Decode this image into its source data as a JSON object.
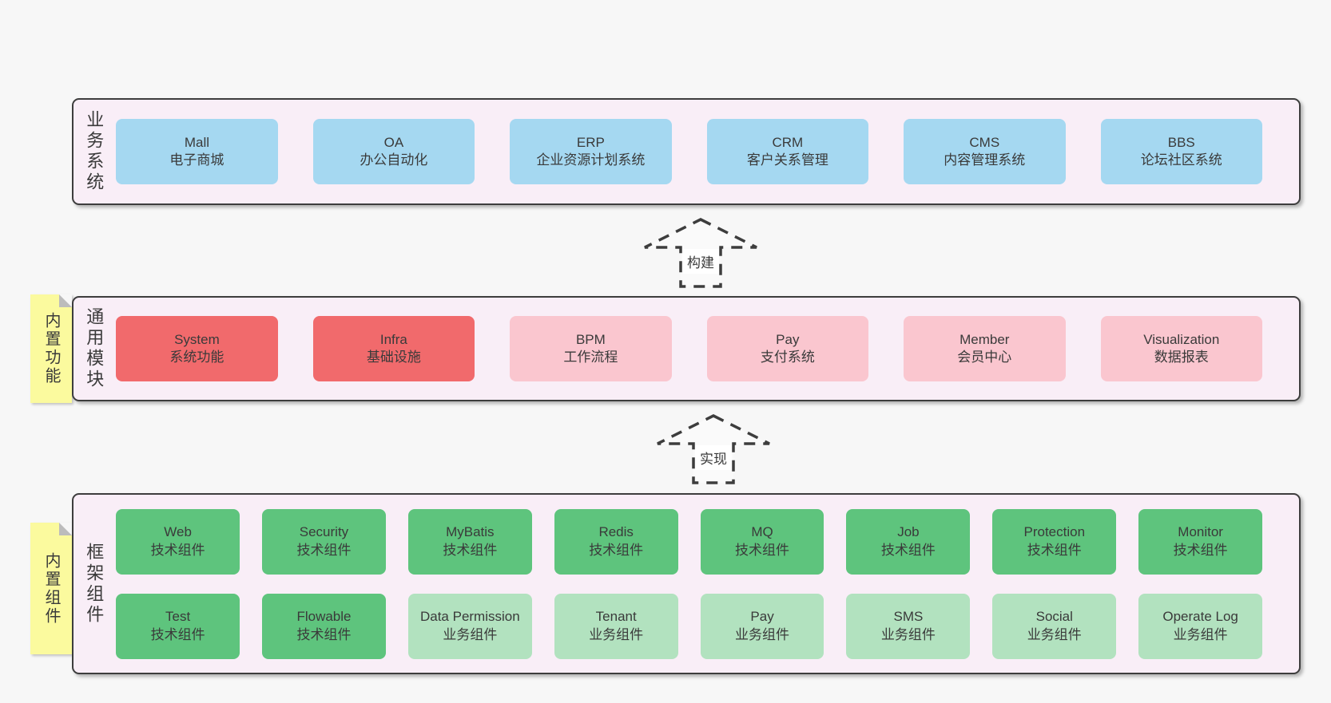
{
  "colors": {
    "page_bg": "#f7f7f7",
    "container_bg": "#f9eef7",
    "container_border": "#3d3d3d",
    "blue_box": "#a5d8f1",
    "red_box": "#f16a6c",
    "pink_box": "#fac6cf",
    "green_dark_box": "#5ec47d",
    "green_light_box": "#b2e2bf",
    "sticky_note_bg": "#fbfa9e",
    "sticky_note_fold": "#bcbcbc",
    "text": "#3a3a3a"
  },
  "arrows": [
    {
      "label": "构建"
    },
    {
      "label": "实现"
    }
  ],
  "layers": [
    {
      "side_label": "业务系统",
      "boxes": [
        {
          "title": "Mall",
          "subtitle": "电子商城"
        },
        {
          "title": "OA",
          "subtitle": "办公自动化"
        },
        {
          "title": "ERP",
          "subtitle": "企业资源计划系统"
        },
        {
          "title": "CRM",
          "subtitle": "客户关系管理"
        },
        {
          "title": "CMS",
          "subtitle": "内容管理系统"
        },
        {
          "title": "BBS",
          "subtitle": "论坛社区系统"
        }
      ]
    },
    {
      "side_label": "通用模块",
      "note": "内置功能",
      "boxes": [
        {
          "title": "System",
          "subtitle": "系统功能"
        },
        {
          "title": "Infra",
          "subtitle": "基础设施"
        },
        {
          "title": "BPM",
          "subtitle": "工作流程"
        },
        {
          "title": "Pay",
          "subtitle": "支付系统"
        },
        {
          "title": "Member",
          "subtitle": "会员中心"
        },
        {
          "title": "Visualization",
          "subtitle": "数据报表"
        }
      ]
    },
    {
      "side_label": "框架组件",
      "note": "内置组件",
      "rows": [
        [
          {
            "title": "Web",
            "subtitle": "技术组件"
          },
          {
            "title": "Security",
            "subtitle": "技术组件"
          },
          {
            "title": "MyBatis",
            "subtitle": "技术组件"
          },
          {
            "title": "Redis",
            "subtitle": "技术组件"
          },
          {
            "title": "MQ",
            "subtitle": "技术组件"
          },
          {
            "title": "Job",
            "subtitle": "技术组件"
          },
          {
            "title": "Protection",
            "subtitle": "技术组件"
          },
          {
            "title": "Monitor",
            "subtitle": "技术组件"
          }
        ],
        [
          {
            "title": "Test",
            "subtitle": "技术组件"
          },
          {
            "title": "Flowable",
            "subtitle": "技术组件"
          },
          {
            "title": "Data Permission",
            "subtitle": "业务组件"
          },
          {
            "title": "Tenant",
            "subtitle": "业务组件"
          },
          {
            "title": "Pay",
            "subtitle": "业务组件"
          },
          {
            "title": "SMS",
            "subtitle": "业务组件"
          },
          {
            "title": "Social",
            "subtitle": "业务组件"
          },
          {
            "title": "Operate Log",
            "subtitle": "业务组件"
          }
        ]
      ]
    }
  ]
}
